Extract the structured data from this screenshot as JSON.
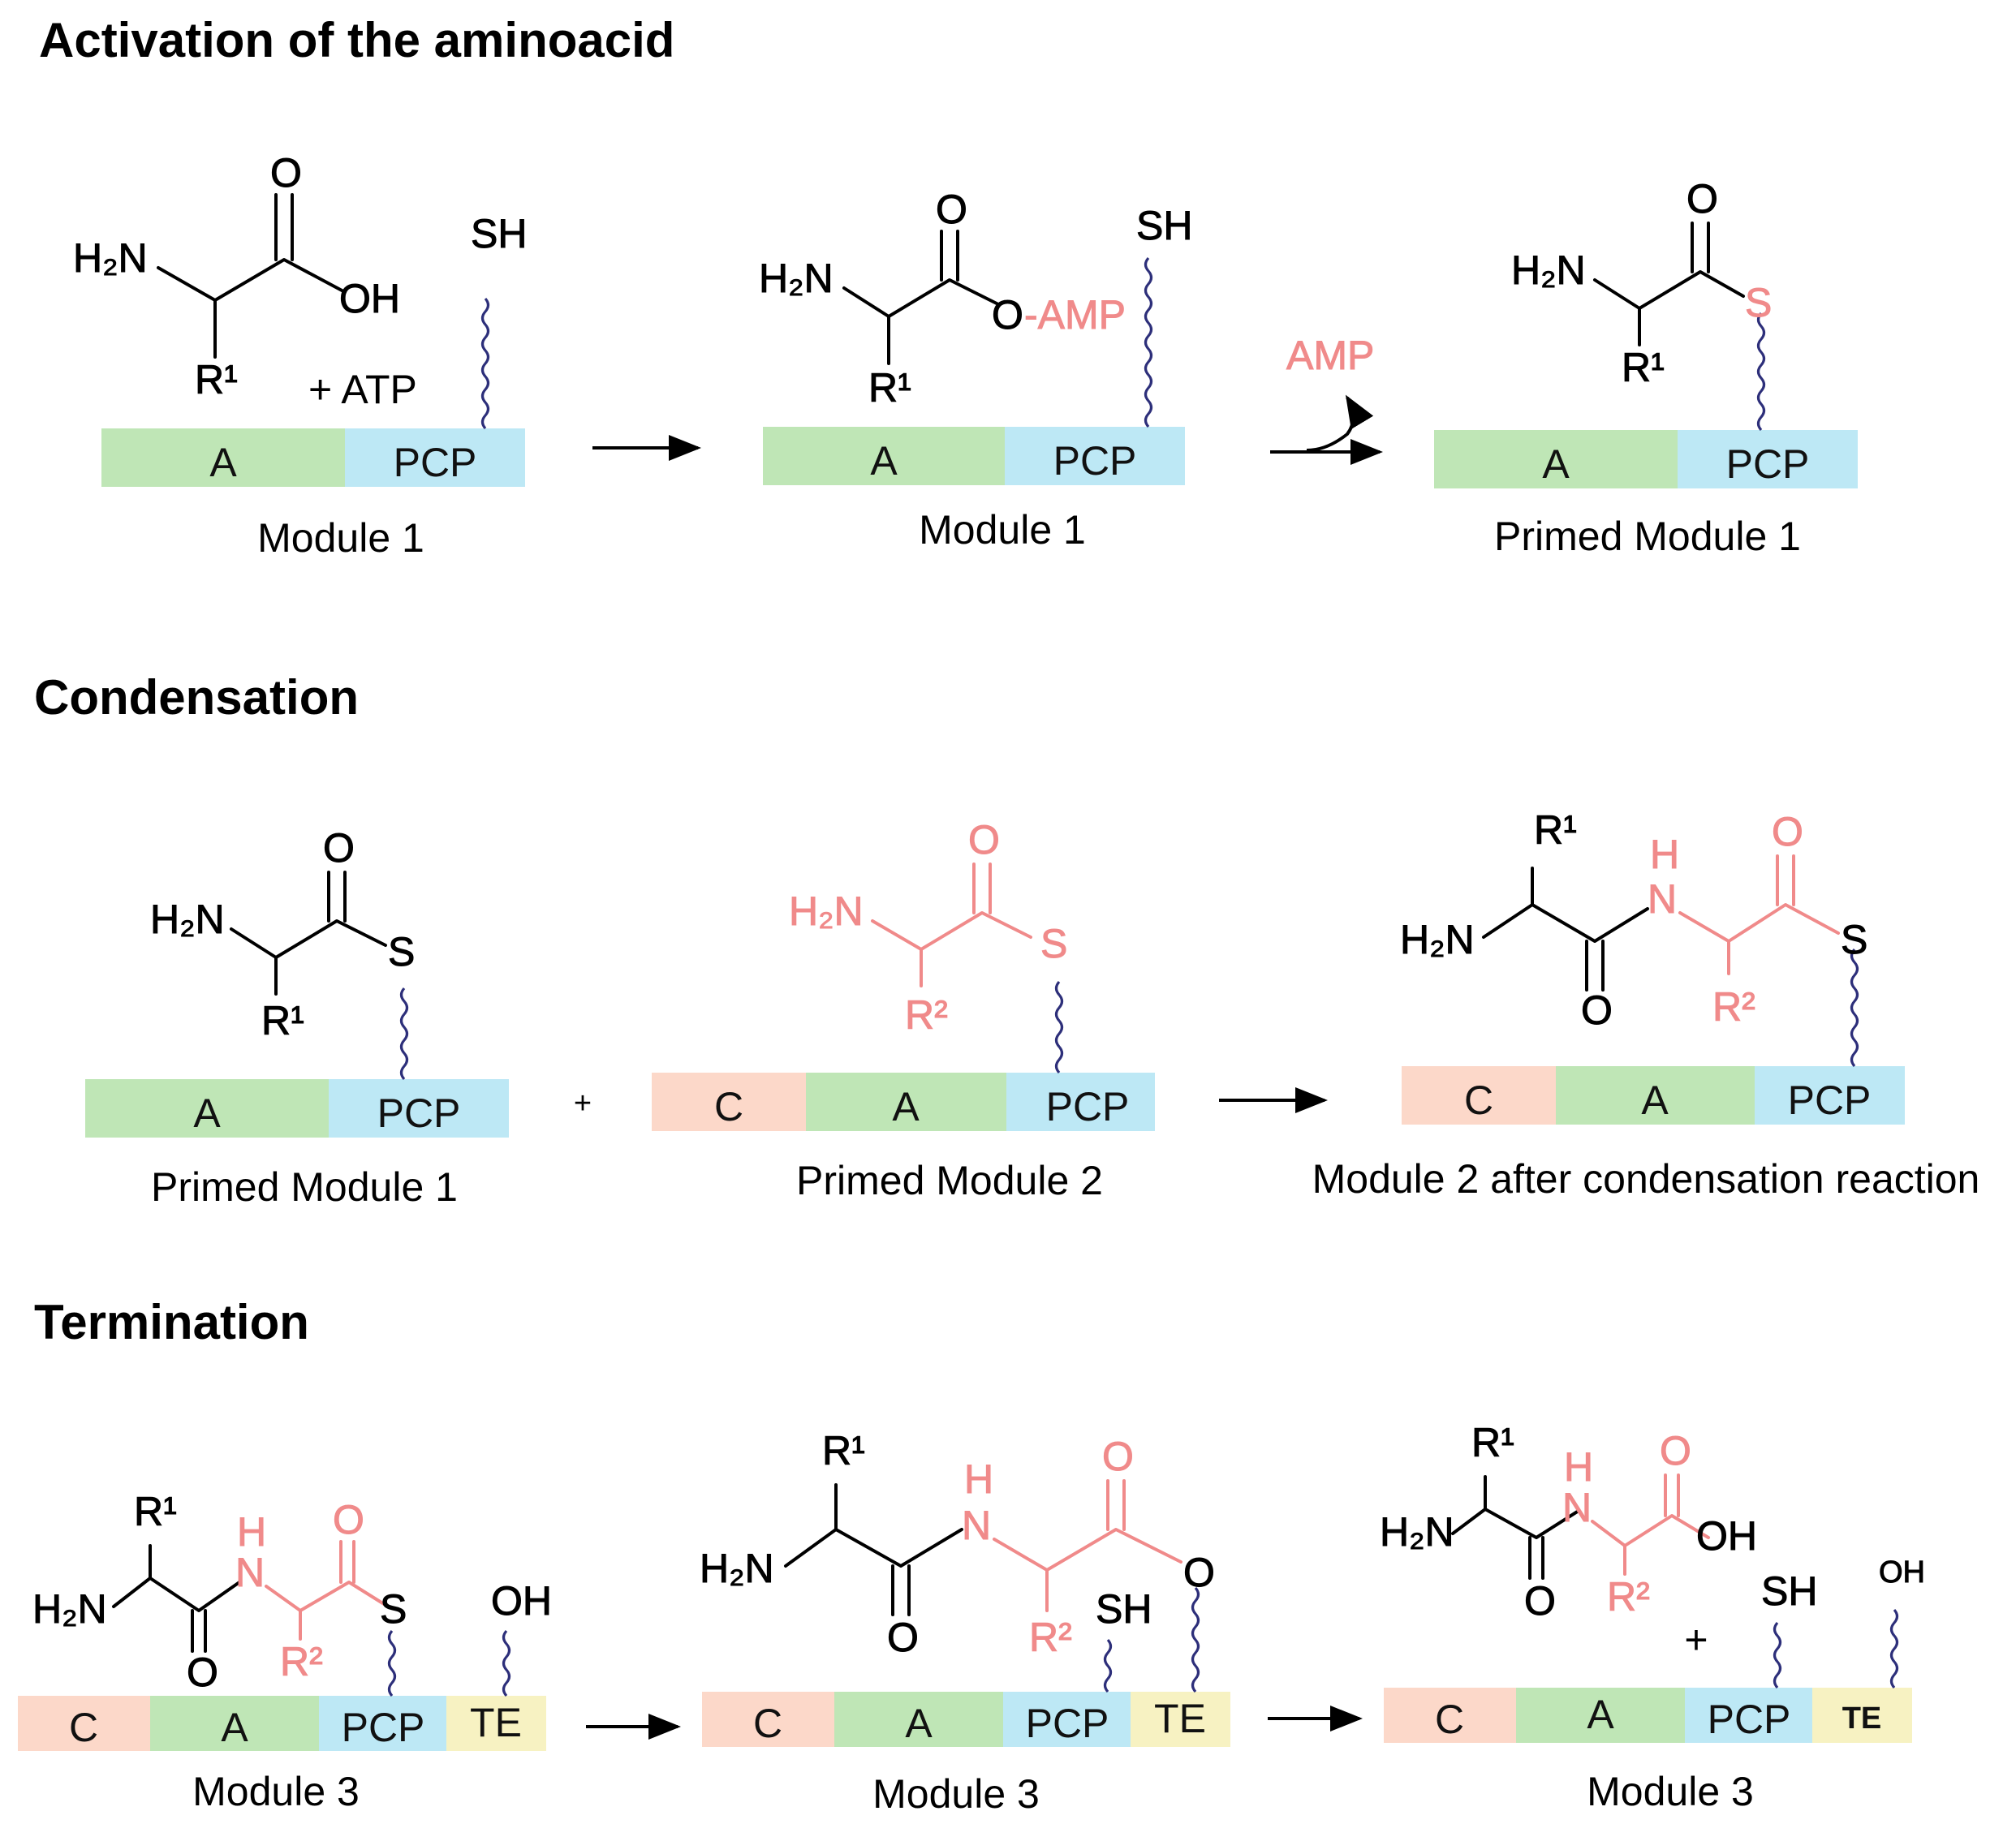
{
  "sections": {
    "activation": "Activation of the aminoacid",
    "condensation": "Condensation",
    "termination": "Termination"
  },
  "domains": {
    "a": "A",
    "pcp": "PCP",
    "c": "C",
    "te": "TE"
  },
  "modules": {
    "m1": "Module 1",
    "primed_m1": "Primed Module 1",
    "primed_m2": "Primed Module 2",
    "m2_after": "Module 2 after condensation reaction",
    "m3": "Module 3"
  },
  "atoms": {
    "h2n": "H₂N",
    "o": "O",
    "oh": "OH",
    "sh": "SH",
    "s": "S",
    "n": "N",
    "h": "H",
    "r1": "R¹",
    "r2": "R²",
    "o_amp": "-AMP"
  },
  "reagents": {
    "atp": "+ ATP",
    "amp": "AMP",
    "plus": "+"
  },
  "colors": {
    "a_domain": "#bfe6b6",
    "pcp_domain": "#bde8f5",
    "c_domain": "#fcd8c9",
    "te_domain": "#f7f2c2",
    "highlight": "#f08a8a",
    "tether": "#2d2f7a"
  }
}
